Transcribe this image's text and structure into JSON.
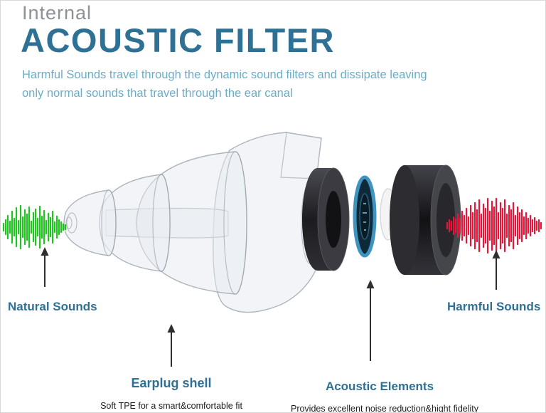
{
  "header": {
    "eyebrow": "Internal",
    "title": "ACOUSTIC FILTER",
    "subtitle_line1": "Harmful Sounds travel through the dynamic sound filters and dissipate leaving",
    "subtitle_line2": "only normal sounds that travel through the ear canal"
  },
  "diagram": {
    "natural_label": "Natural Sounds",
    "harmful_label": "Harmful Sounds",
    "earplug_shell_label": "Earplug shell",
    "earplug_shell_caption": "Soft TPE for a smart&comfortable fit",
    "acoustic_elements_label": "Acoustic Elements",
    "acoustic_elements_caption": "Provides excellent noise reduction&hight fidelity"
  },
  "colors": {
    "accent": "#2f7095",
    "subtitle": "#69adc9",
    "eyebrow": "#8d9297",
    "caption": "#1c1c1c",
    "natural_wave": "#1fc41f",
    "harmful_wave": "#e51639",
    "dark_element": "#232327",
    "filter_disc_blue": "#3f93bf"
  }
}
